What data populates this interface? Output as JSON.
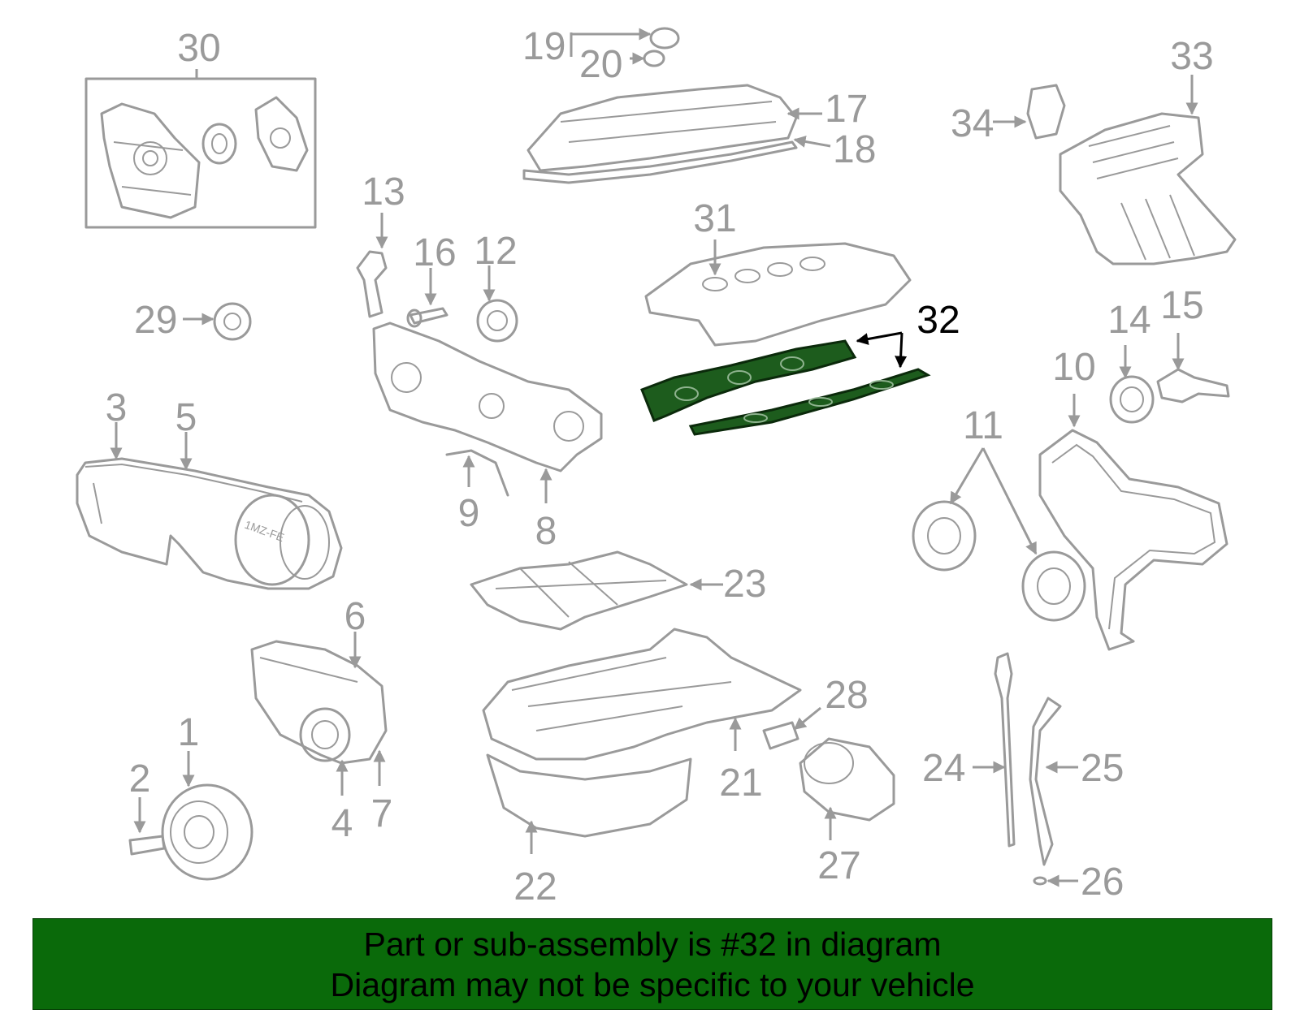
{
  "colors": {
    "diagram_line": "#9a9a9a",
    "highlight_part": "#1d5c1d",
    "highlight_label": "#000000",
    "banner_background": "#0a6a0a",
    "banner_text": "#000000"
  },
  "callouts": [
    "1",
    "2",
    "3",
    "4",
    "5",
    "6",
    "7",
    "8",
    "9",
    "10",
    "11",
    "12",
    "13",
    "14",
    "15",
    "16",
    "17",
    "18",
    "19",
    "20",
    "21",
    "22",
    "23",
    "24",
    "25",
    "26",
    "27",
    "28",
    "29",
    "30",
    "31",
    "32",
    "33",
    "34"
  ],
  "highlighted_callout": "32",
  "banner": {
    "line1": "Part or sub-assembly is #32 in diagram",
    "line2": "Diagram may not be specific to your vehicle"
  }
}
